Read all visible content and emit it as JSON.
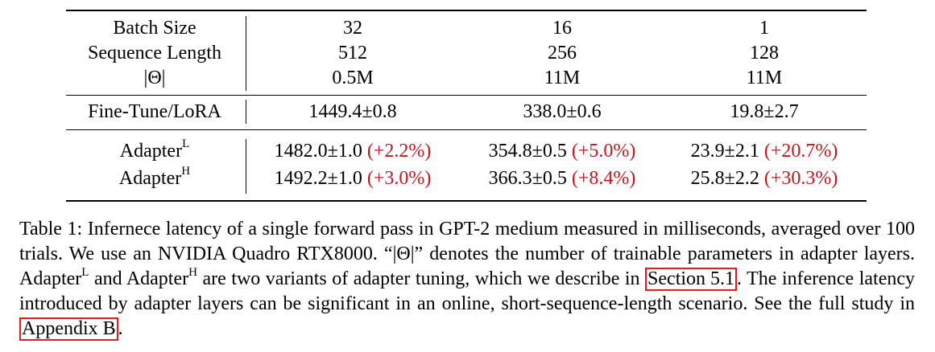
{
  "table": {
    "header_rows": [
      {
        "label": "Batch Size",
        "values": [
          "32",
          "16",
          "1"
        ]
      },
      {
        "label": "Sequence Length",
        "values": [
          "512",
          "256",
          "128"
        ]
      },
      {
        "label": "|Θ|",
        "values": [
          "0.5M",
          "11M",
          "11M"
        ]
      }
    ],
    "finetune_row": {
      "label": "Fine-Tune/LoRA",
      "values": [
        "1449.4±0.8",
        "338.0±0.6",
        "19.8±2.7"
      ]
    },
    "adapter_rows": [
      {
        "label_base": "Adapter",
        "label_sup": "L",
        "values": [
          "1482.0±1.0",
          "354.8±0.5",
          "23.9±2.1"
        ],
        "deltas": [
          "(+2.2%)",
          "(+5.0%)",
          "(+20.7%)"
        ]
      },
      {
        "label_base": "Adapter",
        "label_sup": "H",
        "values": [
          "1492.2±1.0",
          "366.3±0.5",
          "25.8±2.2"
        ],
        "deltas": [
          "(+3.0%)",
          "(+8.4%)",
          "(+30.3%)"
        ]
      }
    ],
    "colors": {
      "delta": "#c4161c",
      "link_box": "#e41a1c"
    }
  },
  "caption": {
    "part1": "Table 1: Infernece latency of a single forward pass in GPT-2 medium measured in milliseconds, averaged over 100 trials. We use an NVIDIA Quadro RTX8000. “|Θ|” denotes the number of trainable parameters in adapter layers. Adapter",
    "sup_L": "L",
    "part2": " and Adapter",
    "sup_H": "H",
    "part3": " are two variants of adapter tuning, which we describe in ",
    "link_section": "Section 5.1",
    "part4": ". The inference latency introduced by adapter layers can be significant in an online, short-sequence-length scenario. See the full study in ",
    "link_appendix": "Appendix B",
    "part5": "."
  }
}
